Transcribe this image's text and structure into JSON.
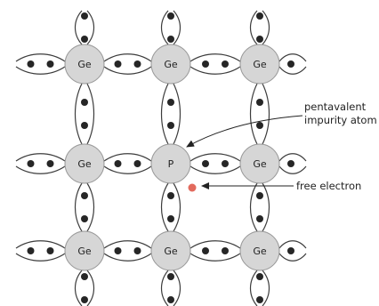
{
  "lattice": {
    "atoms": [
      {
        "id": "r1c1",
        "symbol": "Ge"
      },
      {
        "id": "r1c2",
        "symbol": "Ge"
      },
      {
        "id": "r1c3",
        "symbol": "Ge"
      },
      {
        "id": "r2c1",
        "symbol": "Ge"
      },
      {
        "id": "r2c2",
        "symbol": "P"
      },
      {
        "id": "r2c3",
        "symbol": "Ge"
      },
      {
        "id": "r3c1",
        "symbol": "Ge"
      },
      {
        "id": "r3c2",
        "symbol": "Ge"
      },
      {
        "id": "r3c3",
        "symbol": "Ge"
      }
    ]
  },
  "annotations": {
    "impurity_line1": "pentavalent",
    "impurity_line2": "impurity atom",
    "free_electron": "free electron"
  },
  "colors": {
    "atom_fill": "#d6d6d6",
    "electron": "#262626",
    "free_electron": "#e26a5d"
  }
}
